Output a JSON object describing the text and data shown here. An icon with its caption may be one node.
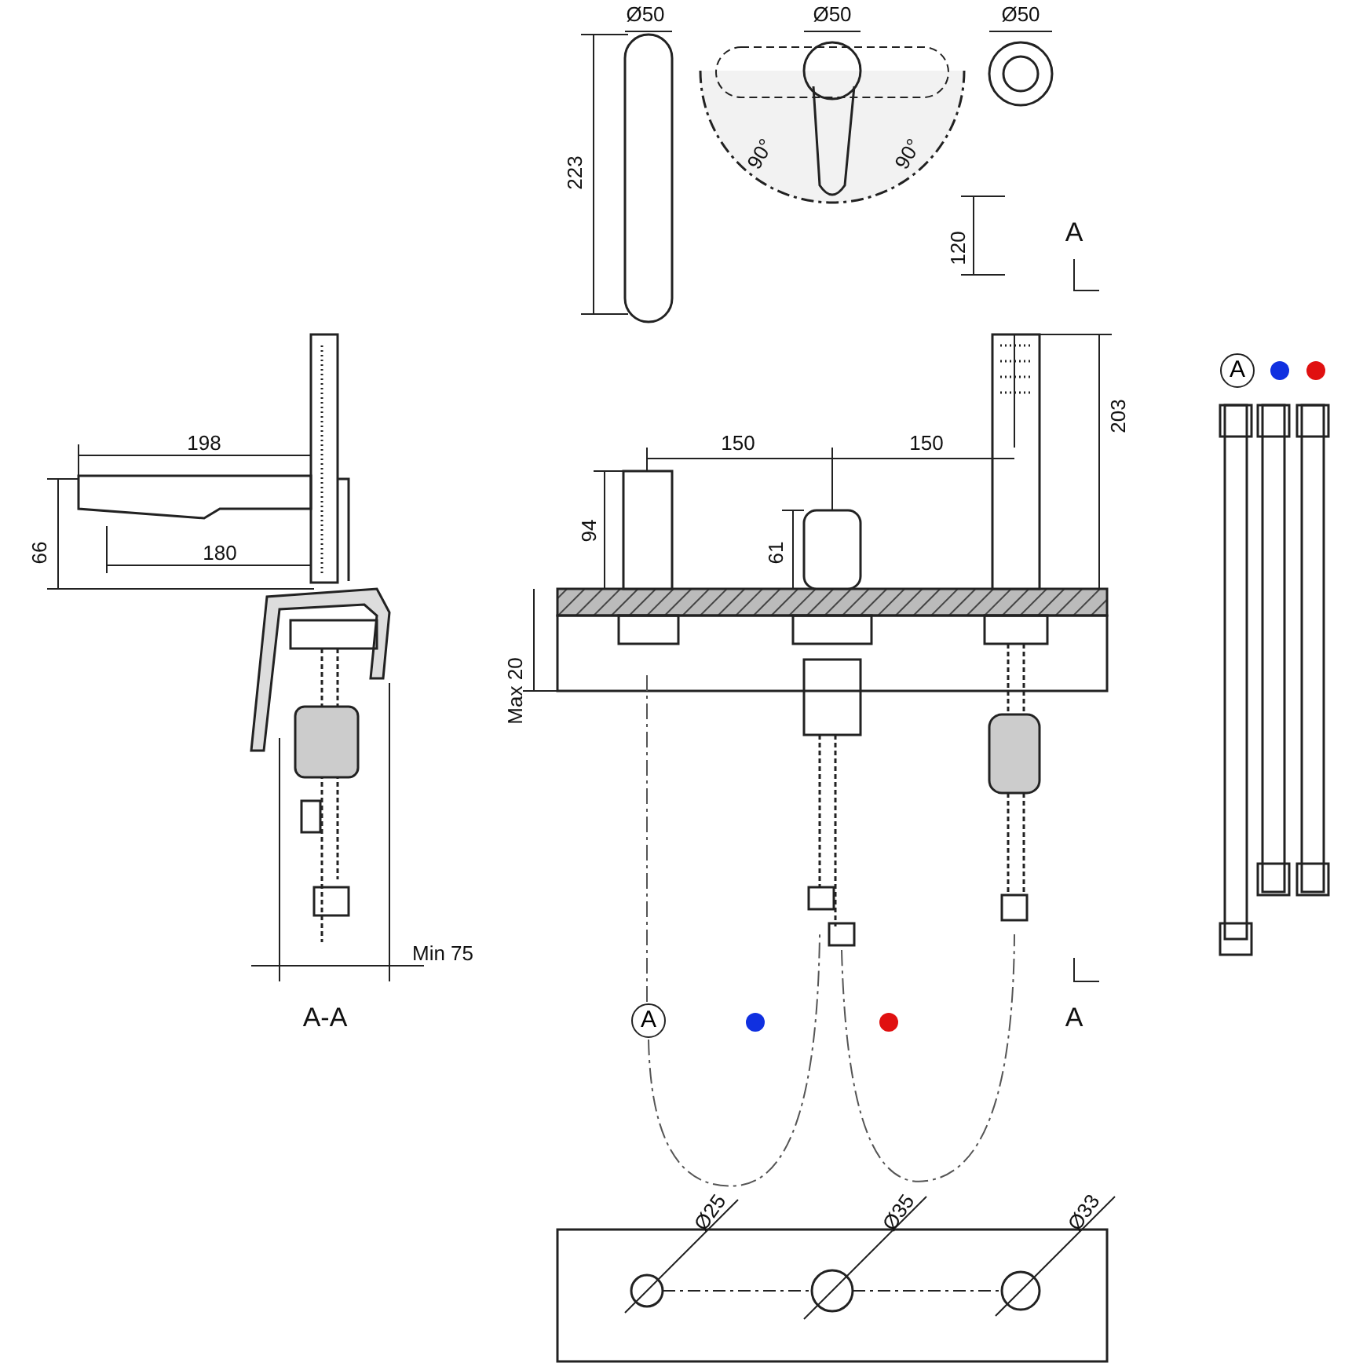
{
  "diagram": {
    "nodes": [
      {
        "text": [
          "A"
        ]
      },
      {
        "text": [
          "A"
        ]
      }
    ],
    "labels": [
      "Ø50",
      "Ø50",
      "Ø50",
      "223",
      "90°",
      "90°",
      "120",
      "A",
      "198",
      "180",
      "66",
      "Min 75",
      "A-A",
      "150",
      "150",
      "94",
      "61",
      "203",
      "Max 20",
      "A",
      "Ø25",
      "Ø35",
      "Ø33"
    ]
  }
}
